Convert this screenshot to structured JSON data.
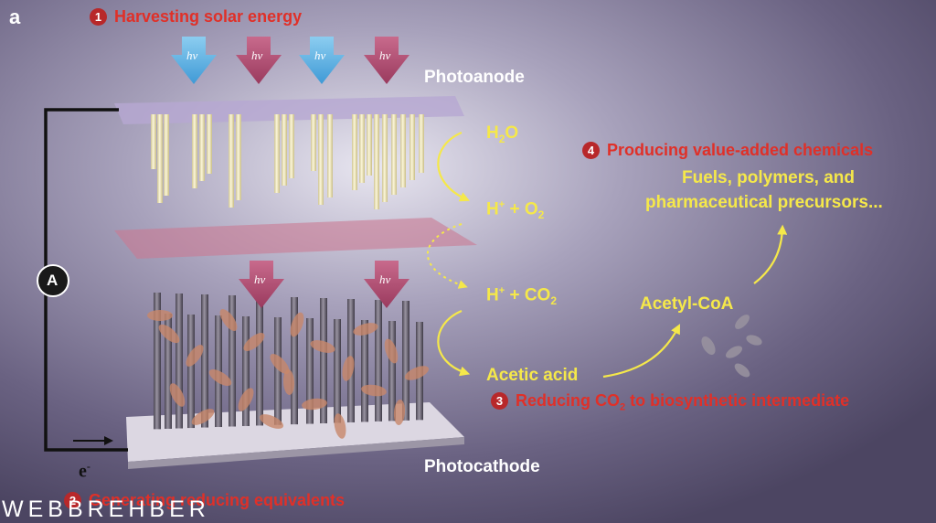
{
  "panel_label": "a",
  "steps": [
    {
      "number": "1",
      "text": "Harvesting solar energy"
    },
    {
      "number": "2",
      "text": "Generating reducing equivalents"
    },
    {
      "number": "3",
      "text_before": "Reducing CO",
      "subscript": "2",
      "text_after": " to biosynthetic intermediate"
    },
    {
      "number": "4",
      "text": "Producing value-added chemicals"
    }
  ],
  "photon_label": "hv",
  "electrodes": {
    "anode": "Photoanode",
    "cathode": "Photocathode"
  },
  "ammeter": "A",
  "electron": {
    "base": "e",
    "superscript": "-"
  },
  "chemistry": {
    "water": {
      "base": "H",
      "sub": "2",
      "rest": "O"
    },
    "oxygen": {
      "pre": "H",
      "sup": "+",
      "mid": " + O",
      "sub": "2"
    },
    "co2": {
      "pre": "H",
      "sup": "+",
      "mid": " + CO",
      "sub": "2"
    },
    "acetic_acid": "Acetic acid",
    "acetyl_coa": "Acetyl-CoA",
    "products_line1": "Fuels, polymers, and",
    "products_line2": "pharmaceutical precursors..."
  },
  "watermark": "WEBBREHBER",
  "colors": {
    "step_red": "#e03028",
    "chem_yellow": "#f5e84a",
    "arrow_blue": "#5aaee0",
    "arrow_red": "#b04a6e"
  }
}
